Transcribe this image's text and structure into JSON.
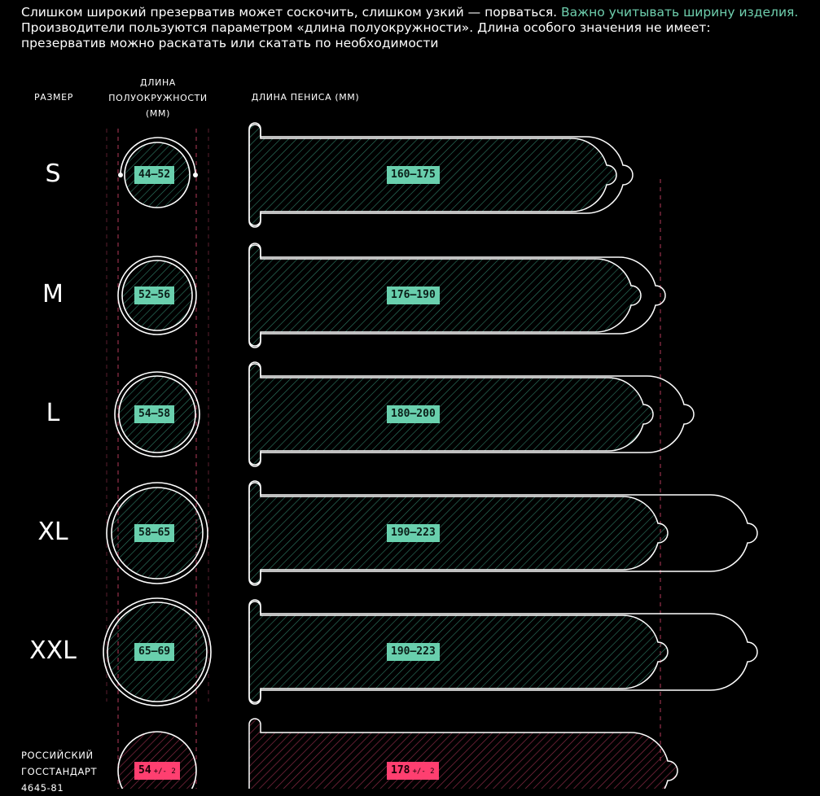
{
  "intro": {
    "line1_main": "Слишком широкий презерватив может соскочить, слишком узкий — порваться.",
    "line1_accent": "Важно учитывать ширину изделия.",
    "line2": "Производители пользуются параметром «длина полуокружности». Длина особого значения не имеет:",
    "line3": "презерватив можно раскатать или скатать по необходимости"
  },
  "headers": {
    "size": "РАЗМЕР",
    "semicircle": [
      "ДЛИНА",
      "ПОЛУОКРУЖНОСТИ",
      "(ММ)"
    ],
    "length": "ДЛИНА ПЕНИСА (ММ)"
  },
  "colors": {
    "background": "#000000",
    "accent_green": "#6fcfae",
    "badge_green": "#69cfad",
    "accent_pink": "#ff3f70",
    "outline": "#ffffff"
  },
  "rows": [
    {
      "size": "S",
      "semicircle": "44–52",
      "length": "160–175"
    },
    {
      "size": "M",
      "semicircle": "52–56",
      "length": "176–190"
    },
    {
      "size": "L",
      "semicircle": "54–58",
      "length": "180–200"
    },
    {
      "size": "XL",
      "semicircle": "58–65",
      "length": "190–223"
    },
    {
      "size": "XXL",
      "semicircle": "65–69",
      "length": "190–223"
    }
  ],
  "standard": {
    "label": [
      "РОССИЙСКИЙ",
      "ГОССТАНДАРТ",
      "4645-81"
    ],
    "semicircle": "54",
    "semicircle_tol": "+/- 2",
    "length": "178",
    "length_tol": "+/- 2"
  }
}
